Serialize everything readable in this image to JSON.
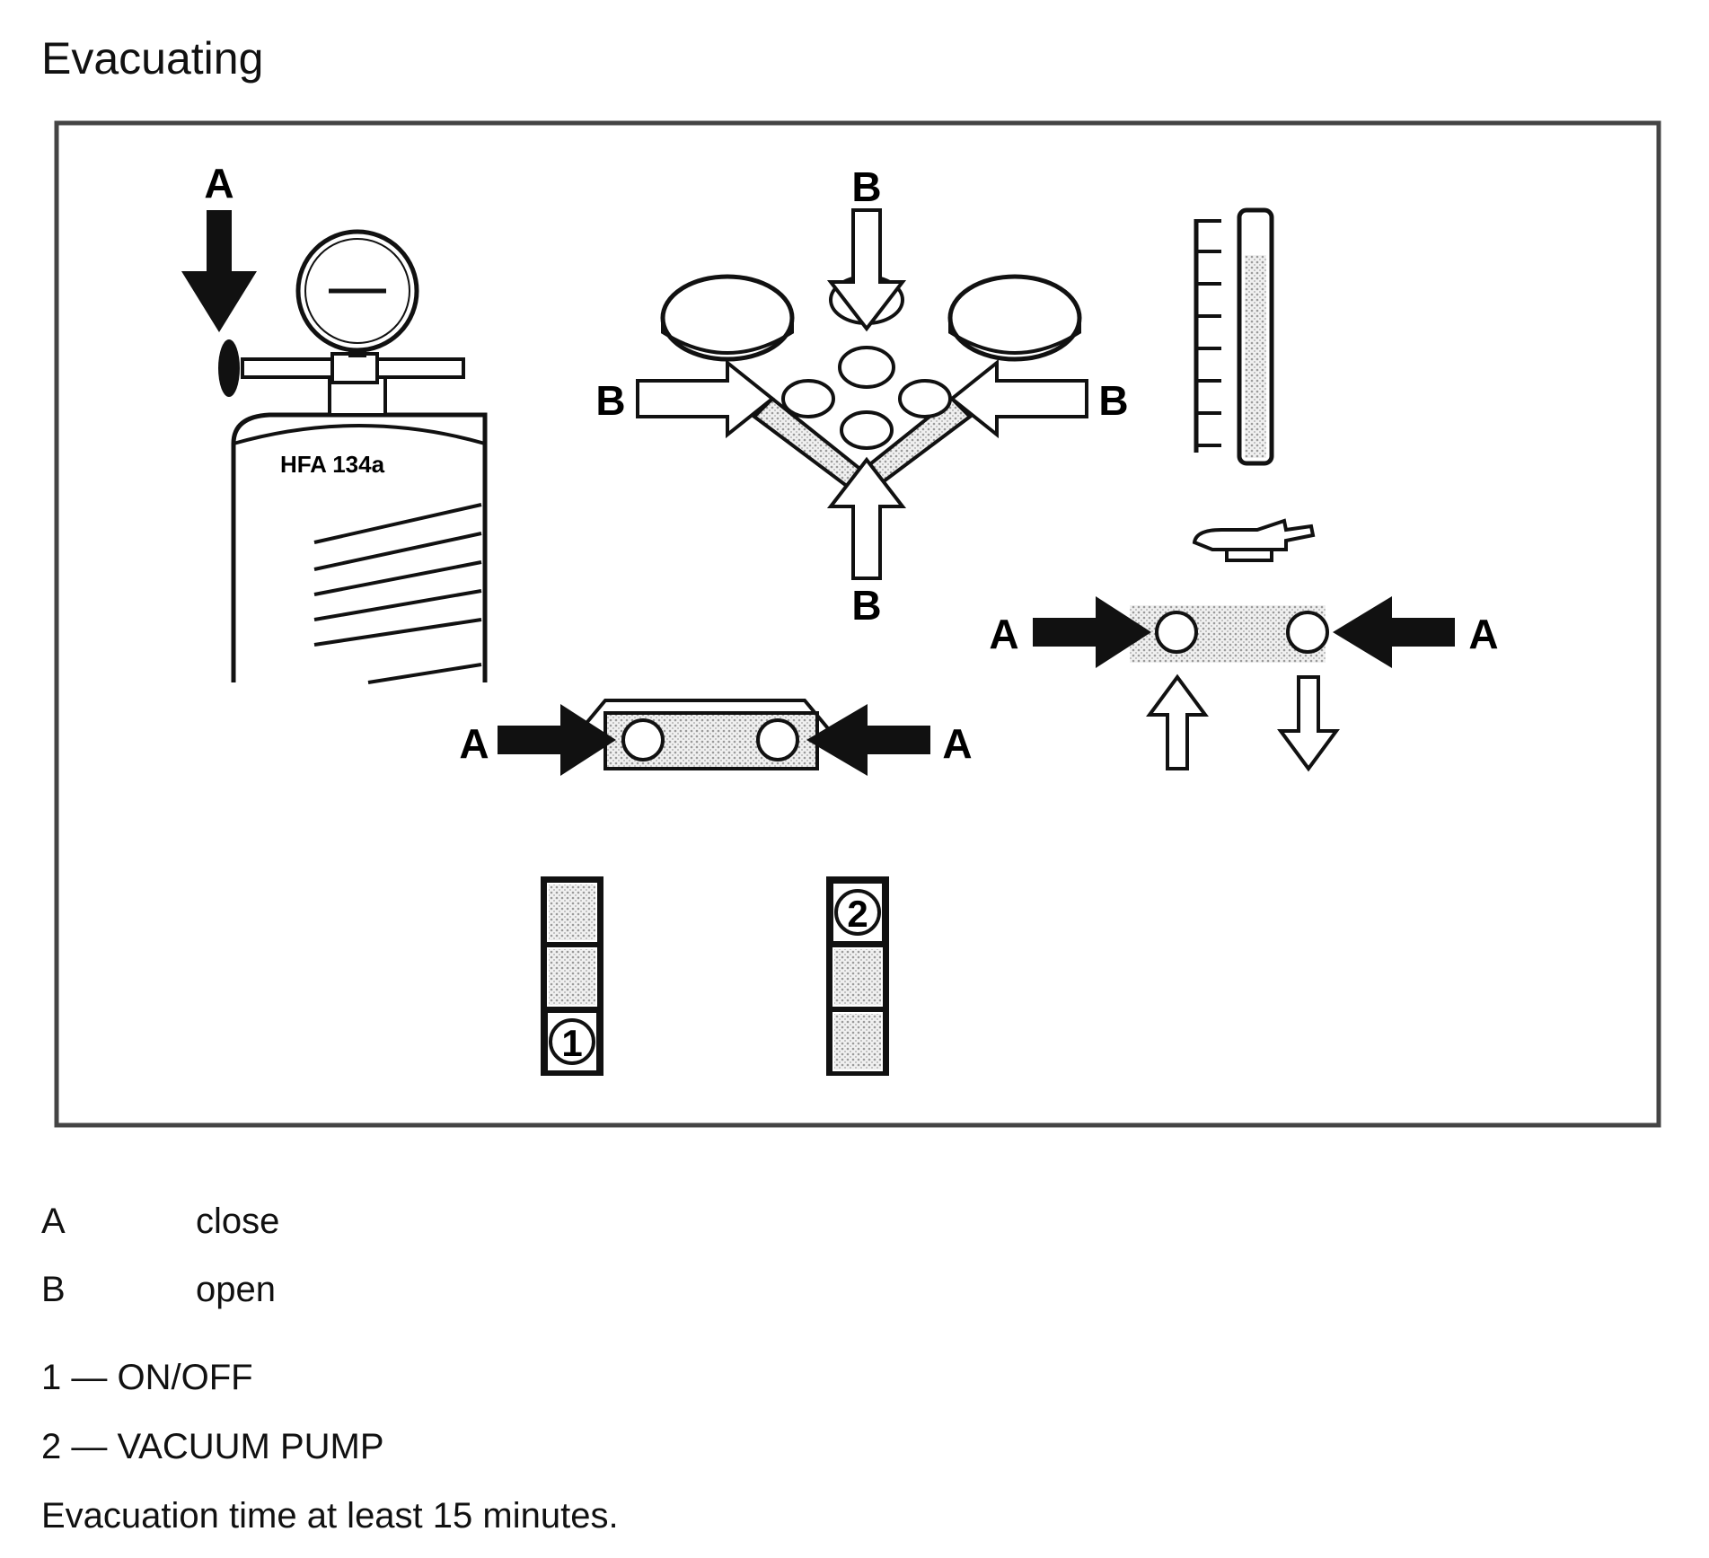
{
  "title": "Evacuating",
  "figure": {
    "cylinder_label": "HFA 134a",
    "letter_a": "A",
    "letter_b": "B",
    "button_1": "1",
    "button_2": "2"
  },
  "legend": [
    {
      "key": "A",
      "value": "close"
    },
    {
      "key": "B",
      "value": "open"
    }
  ],
  "notes": {
    "item1": "1 — ON/OFF",
    "item2": "2 — VACUUM PUMP",
    "instruction": "Evacuation time at least 15 minutes."
  }
}
